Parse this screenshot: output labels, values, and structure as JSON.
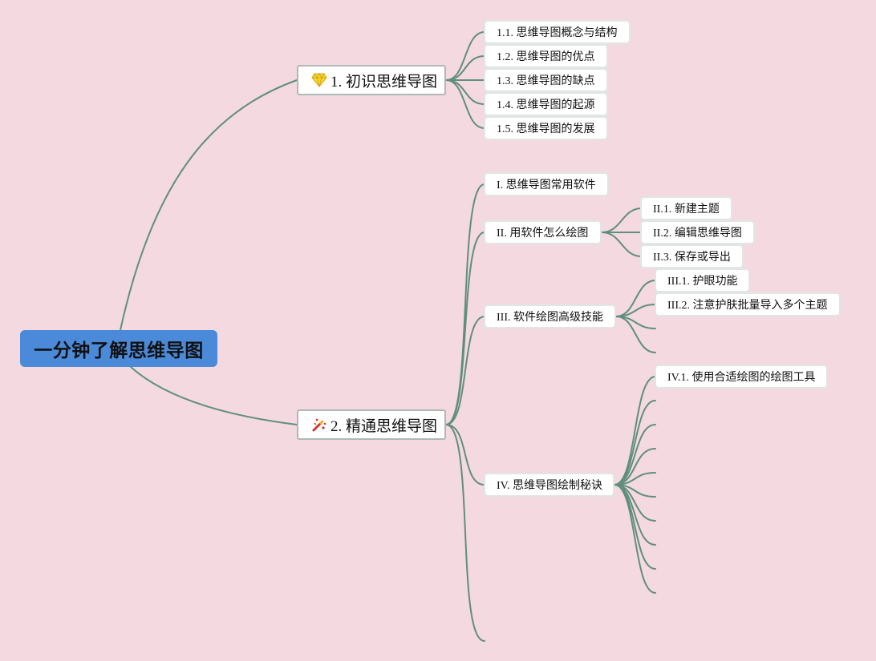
{
  "root": {
    "label": "一分钟了解思维导图"
  },
  "branch1": {
    "label": "1. 初识思维导图",
    "icon": "diamond-gem-icon",
    "children": [
      {
        "label": "1.1. 思维导图概念与结构"
      },
      {
        "label": "1.2. 思维导图的优点"
      },
      {
        "label": "1.3. 思维导图的缺点"
      },
      {
        "label": "1.4. 思维导图的起源"
      },
      {
        "label": "1.5. 思维导图的发展"
      }
    ]
  },
  "branch2": {
    "label": "2. 精通思维导图",
    "icon": "magic-wand-sparkle-icon",
    "children": [
      {
        "label": "I. 思维导图常用软件"
      },
      {
        "label": "II. 用软件怎么绘图",
        "children": [
          {
            "label": "II.1. 新建主题"
          },
          {
            "label": "II.2. 编辑思维导图"
          },
          {
            "label": "II.3. 保存或导出"
          }
        ]
      },
      {
        "label": "III. 软件绘图高级技能",
        "children": [
          {
            "label": "III.1. 护眼功能"
          },
          {
            "label": "III.2. 注意护肤批量导入多个主题"
          }
        ]
      },
      {
        "label": "IV. 思维导图绘制秘诀",
        "children": [
          {
            "label": "IV.1. 使用合适绘图的绘图工具"
          }
        ]
      }
    ]
  },
  "colors": {
    "background": "#f4d9e1",
    "root": "#4a8ad8",
    "connector": "#5f8f7d",
    "node": "#ffffff"
  }
}
